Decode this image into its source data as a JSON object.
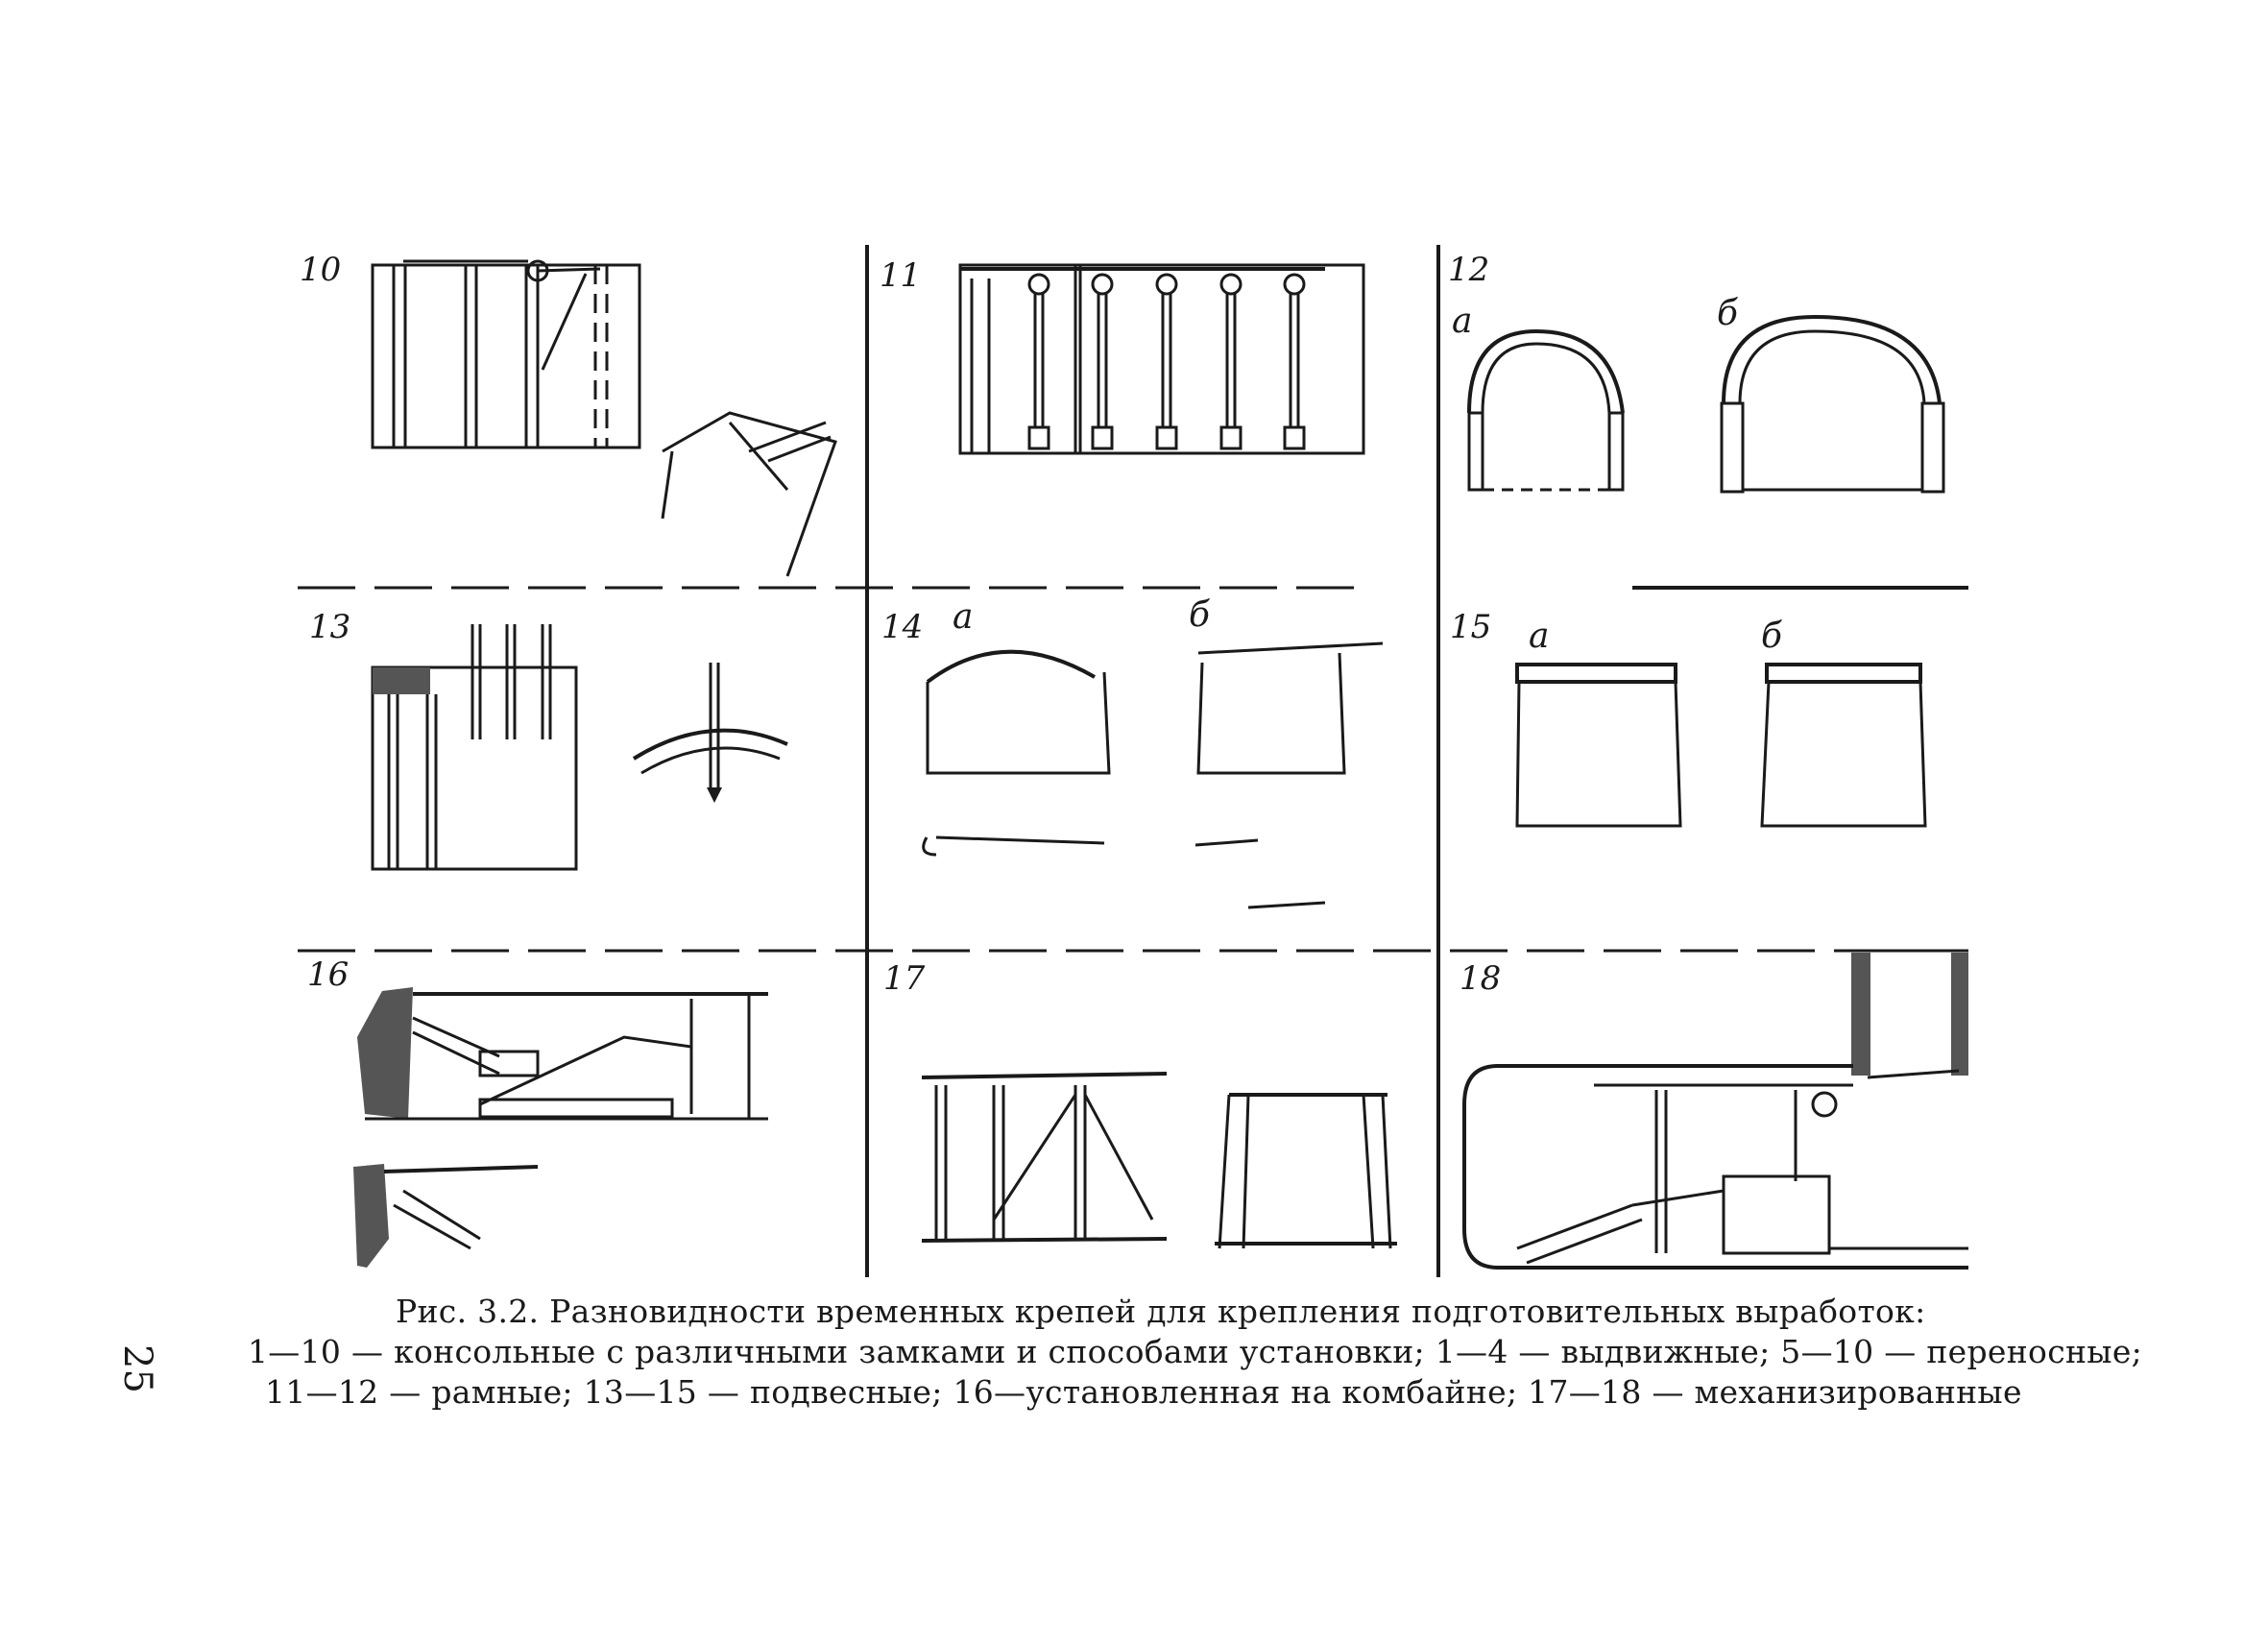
{
  "page_number": "25",
  "figure": {
    "panel_labels": [
      "10",
      "11",
      "12",
      "13",
      "14",
      "15",
      "16",
      "17",
      "18"
    ],
    "sub_labels": {
      "a": "а",
      "b": "б"
    },
    "caption_title": "Рис. 3.2. Разновидности временных крепей для крепления подготовительных выработок:",
    "caption_line1": "1—10 — консольные с различными замками и способами установки; 1—4 — выдвижные; 5—10 — переносные;",
    "caption_line2": "11—12 — рамные; 13—15 — подвесные; 16—установленная на комбайне; 17—18 — механизированные"
  }
}
